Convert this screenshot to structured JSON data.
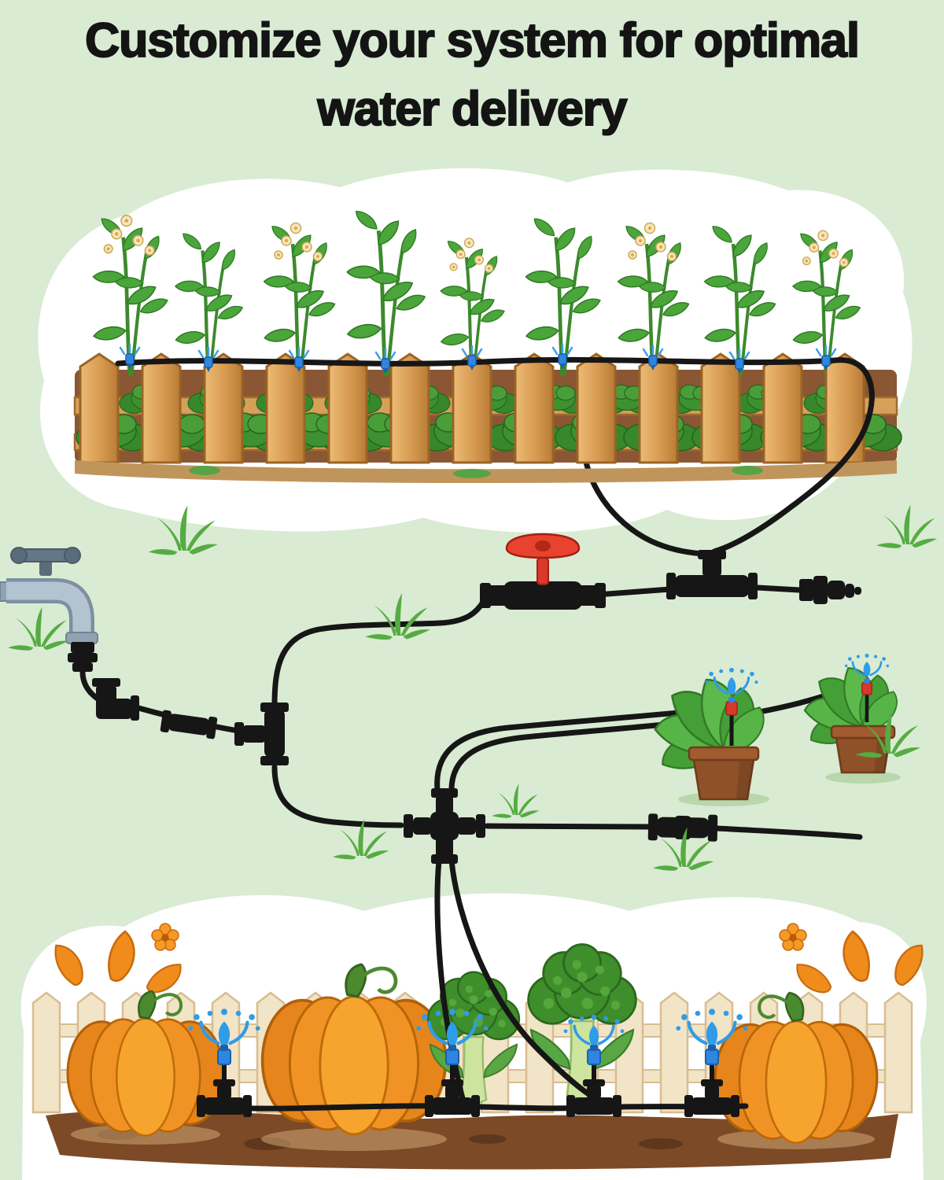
{
  "page": {
    "title": {
      "line1": "Customize your system for optimal",
      "line2": "water delivery"
    }
  },
  "colors": {
    "background": "#d9ebd3",
    "panel_blob": "#ffffff",
    "title_text": "#141414",
    "tubing_black": "#161616",
    "valve_red": "#e8432f",
    "emitter_blue": "#2e86e0",
    "water_splash": "#2f9ce8",
    "faucet_gray": "#b3c3d2",
    "fence_wood": "#d69a50",
    "fence_wood_pale": "#f2e4c6",
    "foliage_green": "#4aa53a",
    "pumpkin_orange": "#f09324",
    "soil_brown": "#8a5633",
    "pot_terracotta": "#8f5128",
    "grass_green": "#55ac42"
  },
  "scene": {
    "components": [
      "outdoor-faucet",
      "faucet-adapter",
      "elbow-connector",
      "straight-coupling",
      "tee-connector",
      "red-handle-shutoff-valve",
      "four-way-cross-connector",
      "inline-coupling",
      "threaded-end-cap",
      "main-supply-tubing",
      "drip-emitters",
      "micro-sprinklers",
      "raised-garden-bed-with-picket-fence",
      "flowering-vegetable-plants",
      "potted-plants-with-drip-stakes",
      "pumpkin-patch-with-broccoli",
      "grass-tufts"
    ]
  }
}
